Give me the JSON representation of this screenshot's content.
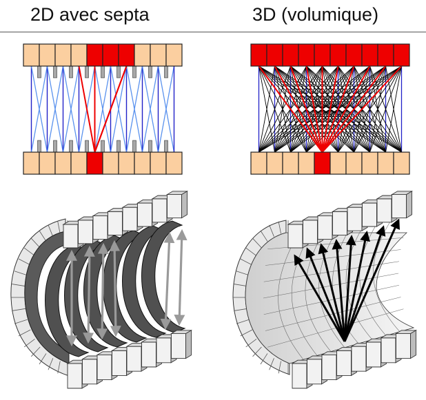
{
  "titles": {
    "left": "2D avec septa",
    "right": "3D (volumique)"
  },
  "colors": {
    "detector_idle": "#fbcfa0",
    "detector_active": "#ee0000",
    "lor_direct": "#2020c8",
    "lor_cross": "#5a92ee",
    "lor_3d": "#000000",
    "septa": "#a8a8a8",
    "ring_dark": "#505050",
    "crystal_light": "#e4e4e4"
  },
  "panels": {
    "mode_2d": {
      "detectors_per_row": 10,
      "active_top": [
        4,
        5,
        6
      ],
      "active_bottom": [
        4
      ]
    },
    "mode_3d": {
      "detectors_per_row": 10,
      "active_top": [
        0,
        1,
        2,
        3,
        4,
        5,
        6,
        7,
        8,
        9
      ],
      "active_bottom": [
        4
      ]
    }
  },
  "illustrations": {
    "left": {
      "icon": "pet-scanner-2d-septa-icon"
    },
    "right": {
      "icon": "pet-scanner-3d-volume-icon"
    }
  }
}
